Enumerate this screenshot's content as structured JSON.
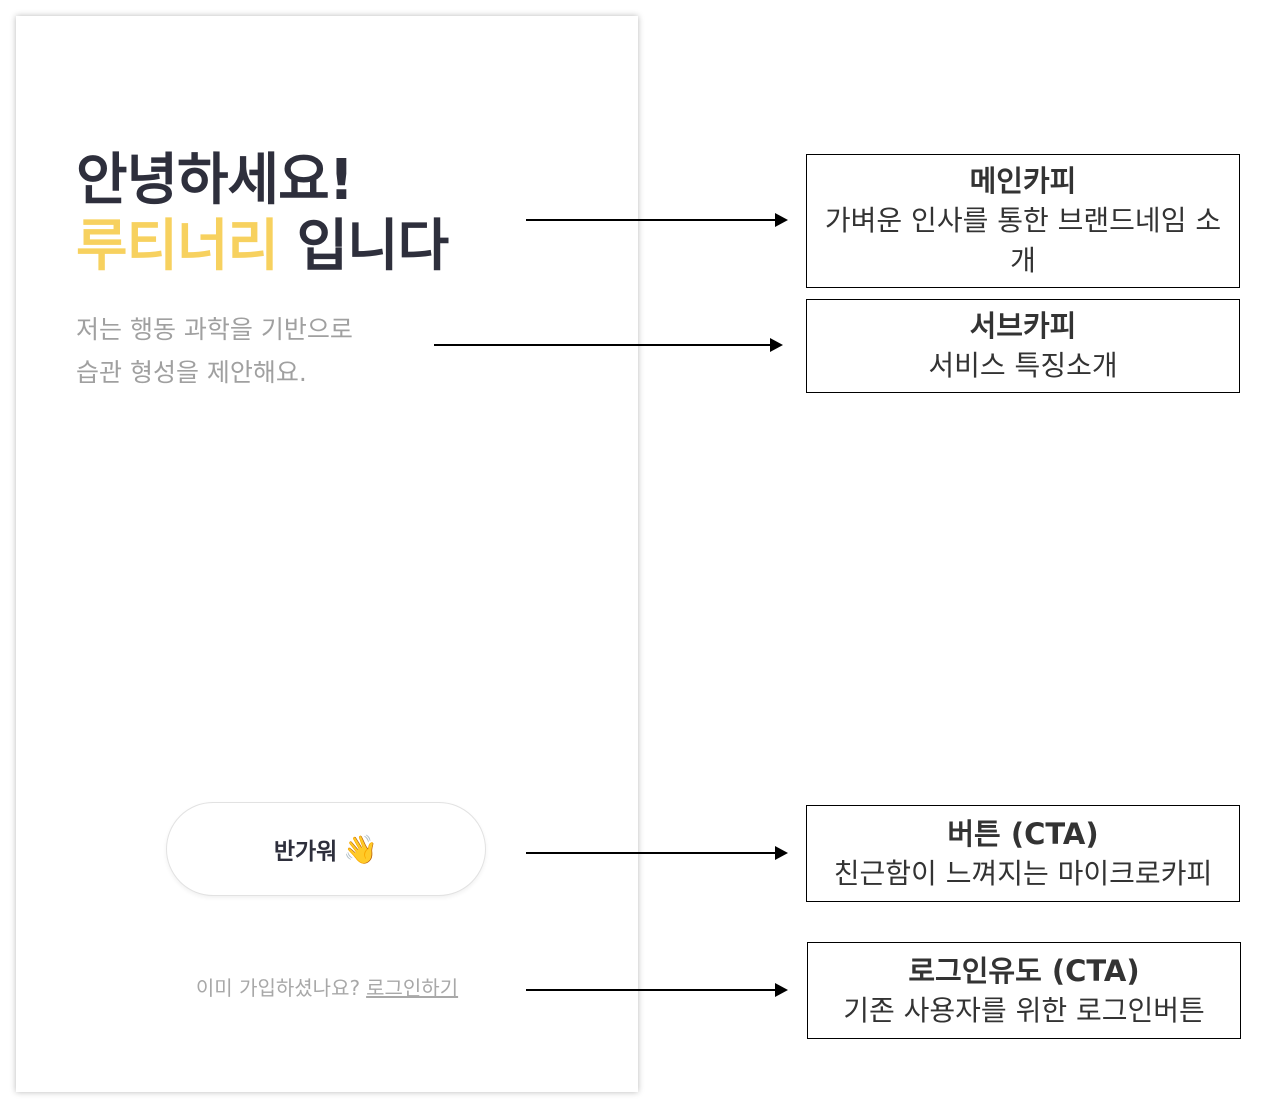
{
  "screen": {
    "headline_line1": "안녕하세요!",
    "headline_brand": "루티너리",
    "headline_line2_rest": " 입니다",
    "subcopy_line1": "저는 행동 과학을 기반으로",
    "subcopy_line2": "습관 형성을 제안해요.",
    "cta_label": "반가워",
    "cta_icon": "waving-hand-icon",
    "login_prompt": "이미 가입하셨나요?",
    "login_link": "로그인하기"
  },
  "annotations": [
    {
      "title": "메인카피",
      "description": "가벼운 인사를 통한 브랜드네임 소개"
    },
    {
      "title": "서브카피",
      "description": "서비스 특징소개"
    },
    {
      "title": "버튼 (CTA)",
      "description": "친근함이 느껴지는 마이크로카피"
    },
    {
      "title": "로그인유도 (CTA)",
      "description": "기존 사용자를 위한 로그인버튼"
    }
  ],
  "colors": {
    "brand_yellow": "#f7d15f",
    "headline_dark": "#2e2f3c",
    "subcopy_gray": "#a0a0a0"
  }
}
